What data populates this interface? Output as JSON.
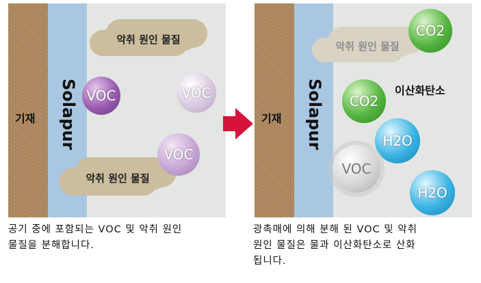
{
  "left": {
    "substrate": "기재",
    "film": "Solapur",
    "cloud_top": "악취 원인 물질",
    "cloud_bottom": "악취 원인 물질",
    "voc1": "VOC",
    "voc2": "VOC",
    "voc3": "VOC",
    "caption_line1": "공기 중에 포함되는 VOC 및 악취 원인",
    "caption_line2": "물질을 분해합니다."
  },
  "right": {
    "substrate": "기재",
    "film": "Solapur",
    "cloud_top": "악취 원인 물질",
    "co2_a": "CO2",
    "co2_b": "CO2",
    "co2_label": "이산화탄소",
    "h2o_a": "H2O",
    "h2o_b": "H2O",
    "voc": "VOC",
    "caption_line1": "광촉매에 의해 분해 된 VOC 및 악취",
    "caption_line2": "원인 물질은 물과 이산화탄소로 산화",
    "caption_line3": "됩니다."
  },
  "colors": {
    "arrow": "#d6143a",
    "film": "#a9c7e2",
    "voc": "#9a5bb0",
    "co2": "#55b53f",
    "h2o": "#3ab3e3"
  }
}
